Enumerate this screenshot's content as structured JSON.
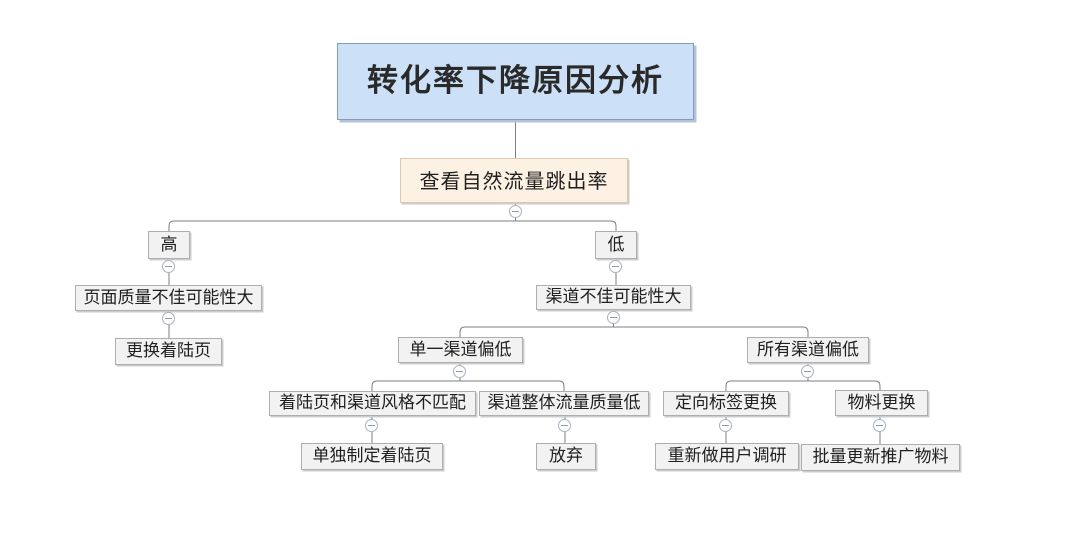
{
  "title": "转化率下降原因分析",
  "colors": {
    "canvas_bg": "#ffffff",
    "root_fill": "#cce0f7",
    "root_border": "#8a99b5",
    "secondary_fill": "#fdf1e3",
    "secondary_border": "#dbc9b4",
    "node_fill": "#f2f2f2",
    "node_border": "#aeaeae",
    "line_color": "#7f7f7f"
  },
  "tree": {
    "label": "转化率下降原因分析",
    "children": [
      {
        "label": "查看自然流量跳出率",
        "children": [
          {
            "label": "高",
            "children": [
              {
                "label": "页面质量不佳可能性大",
                "children": [
                  {
                    "label": "更换着陆页",
                    "children": []
                  }
                ]
              }
            ]
          },
          {
            "label": "低",
            "children": [
              {
                "label": "渠道不佳可能性大",
                "children": [
                  {
                    "label": "单一渠道偏低",
                    "children": [
                      {
                        "label": "着陆页和渠道风格不匹配",
                        "children": [
                          {
                            "label": "单独制定着陆页",
                            "children": []
                          }
                        ]
                      },
                      {
                        "label": "渠道整体流量质量低",
                        "children": [
                          {
                            "label": "放弃",
                            "children": []
                          }
                        ]
                      }
                    ]
                  },
                  {
                    "label": "所有渠道偏低",
                    "children": [
                      {
                        "label": "定向标签更换",
                        "children": [
                          {
                            "label": "重新做用户调研",
                            "children": []
                          }
                        ]
                      },
                      {
                        "label": "物料更换",
                        "children": [
                          {
                            "label": "批量更新推广物料",
                            "children": []
                          }
                        ]
                      }
                    ]
                  }
                ]
              }
            ]
          }
        ]
      }
    ]
  }
}
